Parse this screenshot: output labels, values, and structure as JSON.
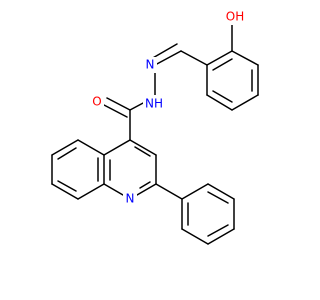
{
  "molecule": {
    "atoms": {
      "hydroxyl_oxygen": "OH",
      "carbonyl_oxygen": "O",
      "hydrazone_nh": "NH",
      "hydrazone_n": "N",
      "quinoline_n": "N"
    },
    "colors": {
      "bond": "#000000",
      "oxygen": "#ff0000",
      "nitrogen": "#0000ff",
      "background": "#ffffff"
    }
  }
}
